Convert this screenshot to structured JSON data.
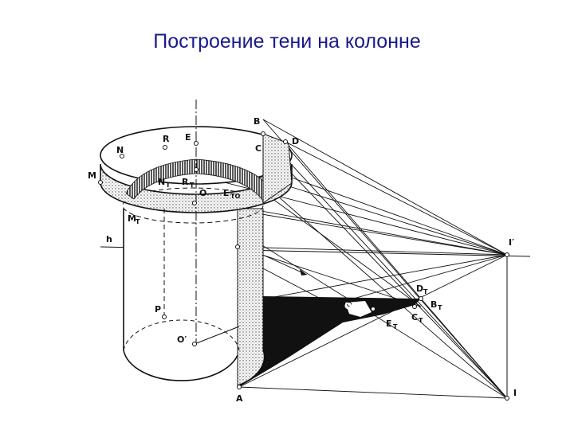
{
  "slide": {
    "title": "Построение тени на колонне"
  },
  "diagram": {
    "labels": {
      "B": "B",
      "D": "D",
      "C": "C",
      "E": "E",
      "R": "R",
      "N": "N",
      "M": "M",
      "NT": "N",
      "RT": "R",
      "O": "O",
      "ET": "E",
      "MT": "M",
      "h": "h",
      "I_prime": "I′",
      "I": "I",
      "P": "P",
      "O_prime": "O′",
      "A": "A",
      "DT": "D",
      "BT": "B",
      "CT": "C",
      "ET2": "E",
      "Q": "O",
      "T": "T",
      "TO": "TO"
    }
  }
}
